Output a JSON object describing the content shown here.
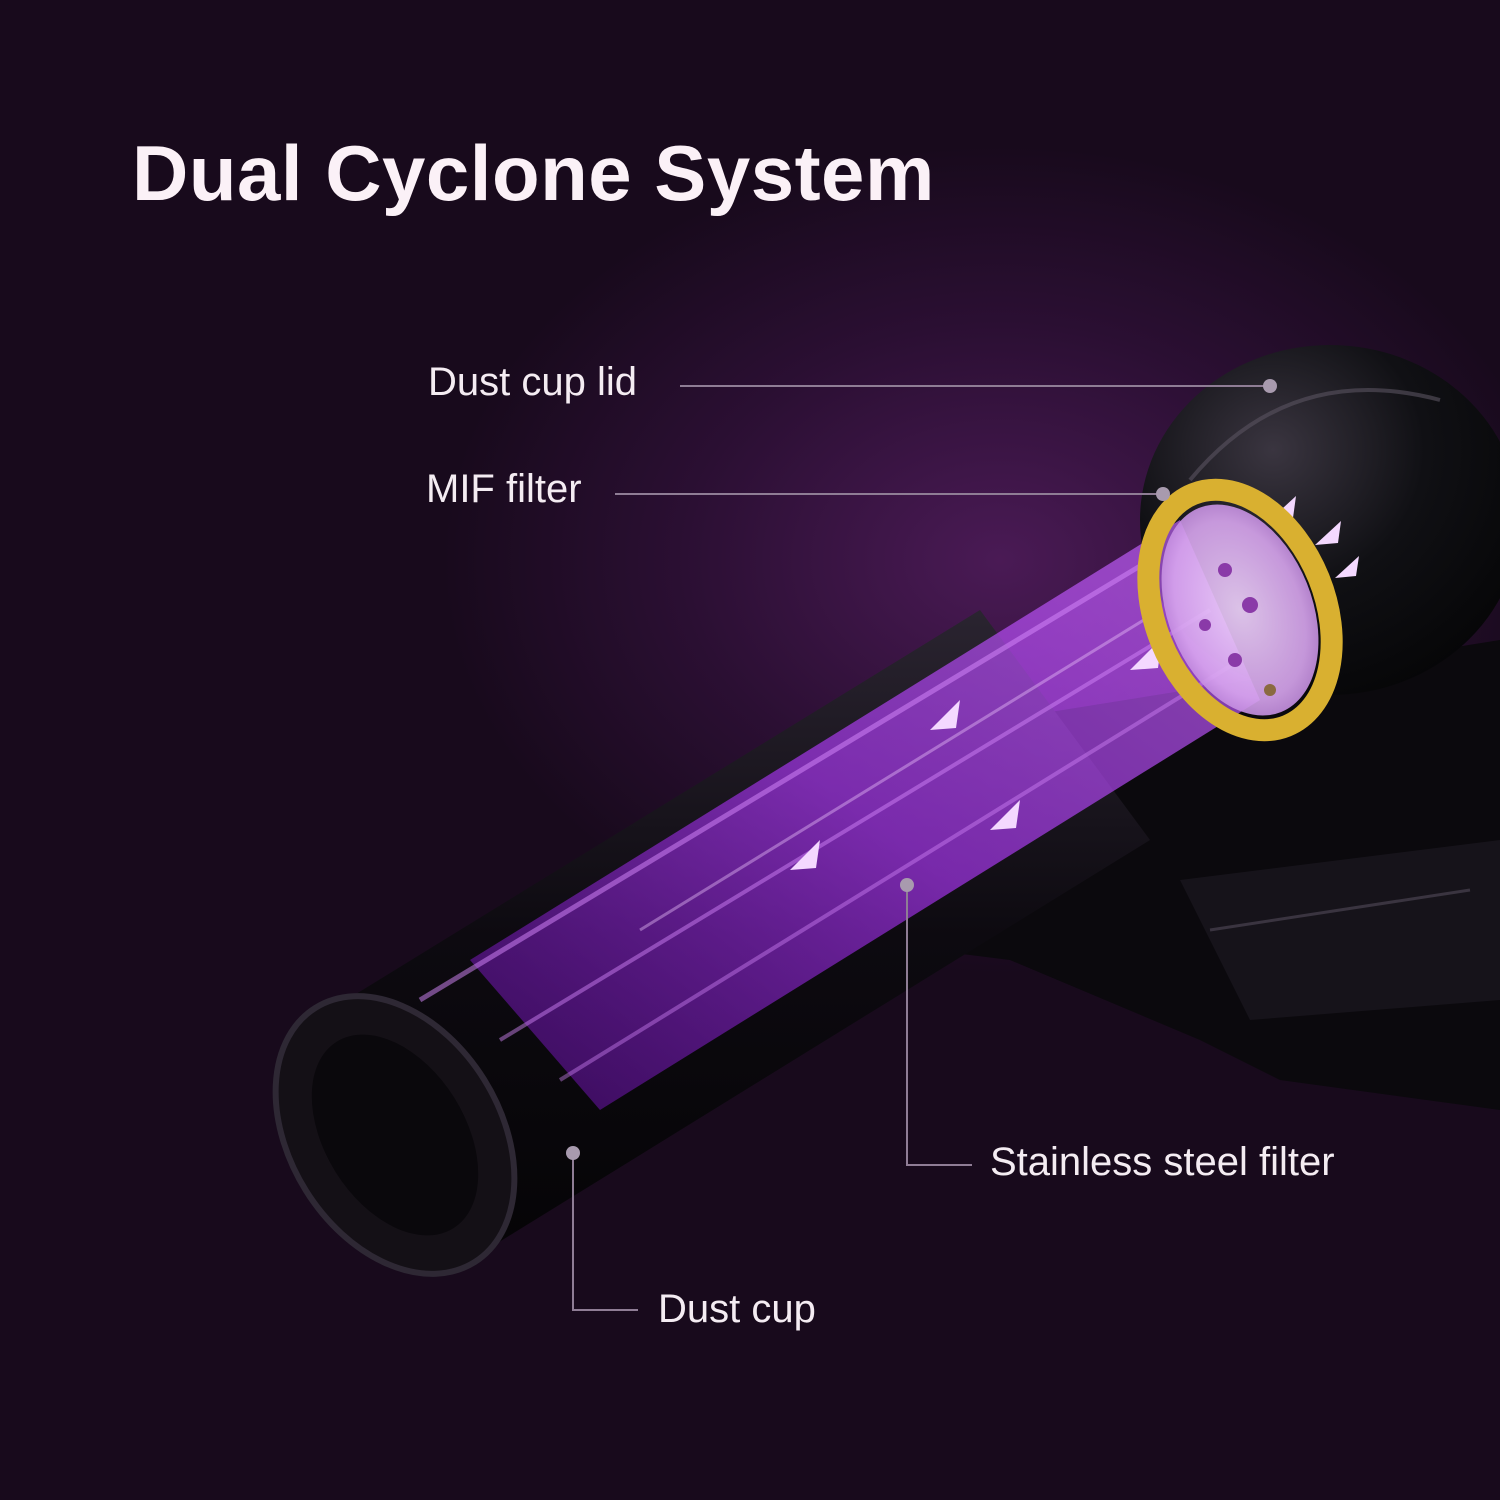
{
  "title": "Dual Cyclone System",
  "callouts": {
    "dust_cup_lid": "Dust cup lid",
    "mif_filter": "MIF filter",
    "stainless_steel_filter": "Stainless steel filter",
    "dust_cup": "Dust cup"
  },
  "colors": {
    "background": "#1a0a1e",
    "airflow": "#b02cff",
    "filter_ring": "#d9b030",
    "body": "#0e0b10",
    "text": "#f4ecf2"
  }
}
